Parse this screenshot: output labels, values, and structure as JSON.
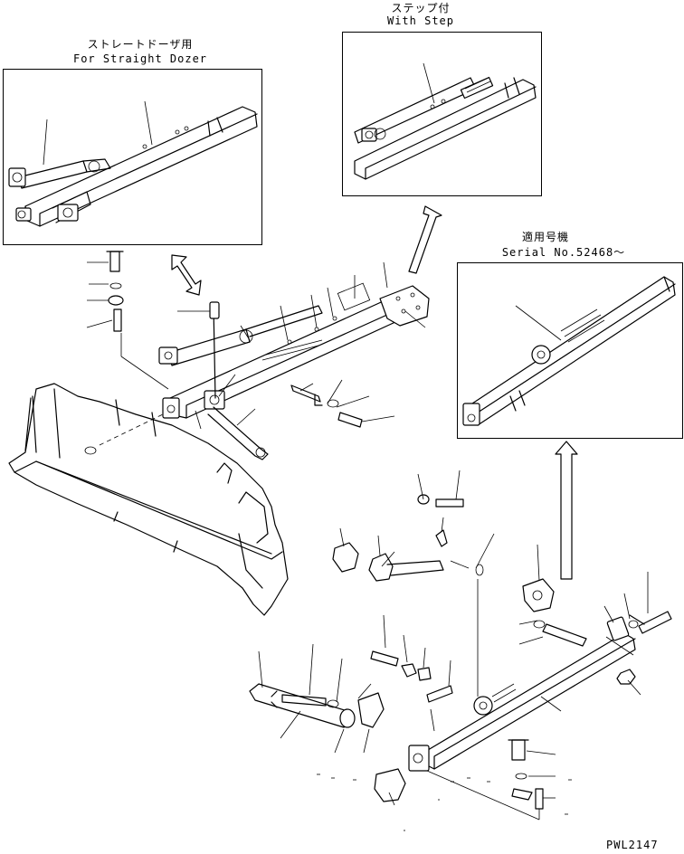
{
  "insets": {
    "straight_dozer": {
      "jp": "ストレートドーザ用",
      "en": "For Straight Dozer"
    },
    "with_step": {
      "jp": "ステップ付",
      "en": "With Step"
    },
    "serial": {
      "jp": "適用号機",
      "en": "Serial No.52468～"
    }
  },
  "drawing_code": "PWL2147"
}
